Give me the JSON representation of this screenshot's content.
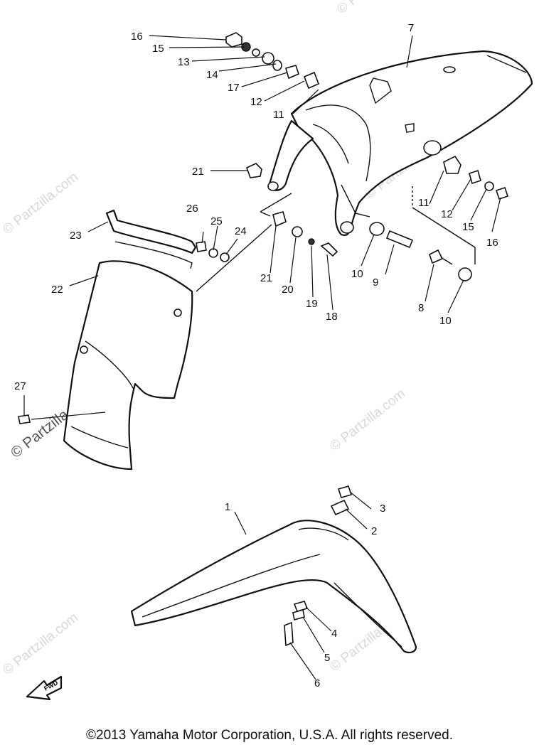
{
  "watermark": {
    "text": "© Partzilla.com",
    "text_strong": "© Partzilla.com"
  },
  "callouts": {
    "n1": "1",
    "n2": "2",
    "n3": "3",
    "n4": "4",
    "n5": "5",
    "n6": "6",
    "n7": "7",
    "n8": "8",
    "n9": "9",
    "n10a": "10",
    "n10b": "10",
    "n11a": "11",
    "n11b": "11",
    "n12a": "12",
    "n12b": "12",
    "n13": "13",
    "n14": "14",
    "n15a": "15",
    "n15b": "15",
    "n16a": "16",
    "n16b": "16",
    "n17": "17",
    "n18": "18",
    "n19": "19",
    "n20": "20",
    "n21a": "21",
    "n21b": "21",
    "n22": "22",
    "n23": "23",
    "n24": "24",
    "n25": "25",
    "n26": "26",
    "n27": "27"
  },
  "fwd_label": "FWD",
  "copyright": "©2013  Yamaha Motor Corporation, U.S.A. All rights reserved."
}
